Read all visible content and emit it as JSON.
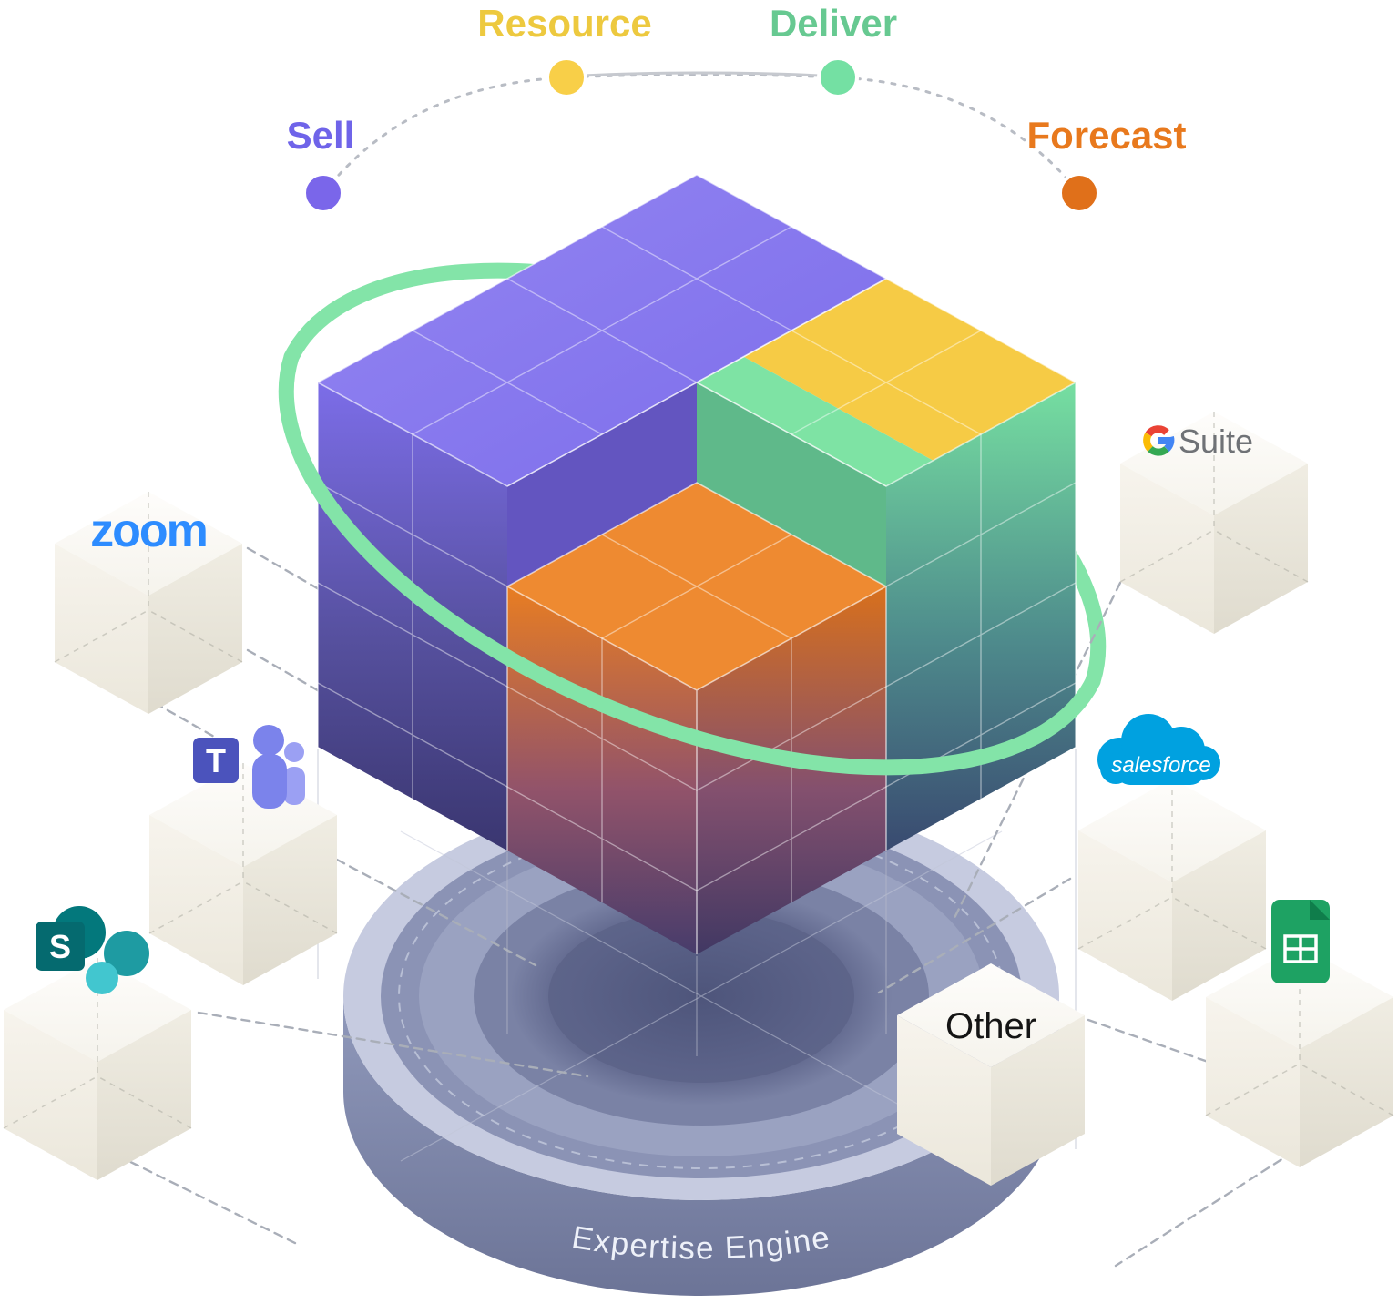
{
  "figure": {
    "type": "product-diagram",
    "subject": "professional-services-automation cube"
  },
  "stages": [
    {
      "label": "Sell",
      "text_color": "#6F64E9",
      "dot_color": "#7A66EA"
    },
    {
      "label": "Resource",
      "text_color": "#EDC93F",
      "dot_color": "#F8CF48"
    },
    {
      "label": "Deliver",
      "text_color": "#67C991",
      "dot_color": "#74E0A3"
    },
    {
      "label": "Forecast",
      "text_color": "#E8791D",
      "dot_color": "#E0701A"
    }
  ],
  "cube": {
    "sections": [
      {
        "name": "sell",
        "color": "#8477EE"
      },
      {
        "name": "resource",
        "color": "#F6CB45"
      },
      {
        "name": "deliver",
        "color": "#7EE3A4"
      },
      {
        "name": "forecast",
        "color": "#EE8A31"
      }
    ],
    "ring_color": "#83E4A8"
  },
  "platform": {
    "label": "Expertise Engine"
  },
  "integrations": {
    "zoom": {
      "name": "Zoom",
      "wordmark": "zoom",
      "brand_color": "#2D8CFF"
    },
    "teams": {
      "name": "Microsoft Teams",
      "initial": "T"
    },
    "sharepoint": {
      "name": "SharePoint",
      "initial": "S"
    },
    "gsuite": {
      "name": "G Suite",
      "wordmark": "Suite"
    },
    "salesforce": {
      "name": "Salesforce",
      "wordmark": "salesforce",
      "brand_color": "#00A1E0"
    },
    "sheets": {
      "name": "Google Sheets"
    },
    "other": {
      "label": "Other"
    }
  }
}
